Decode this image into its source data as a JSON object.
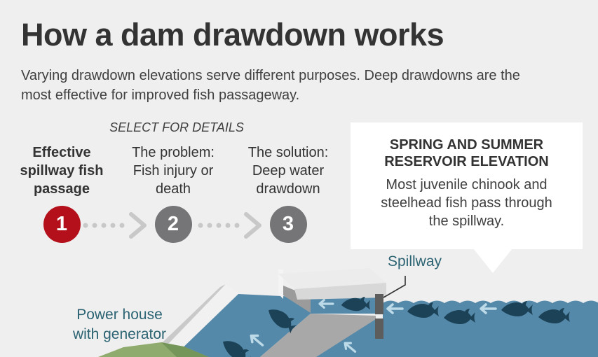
{
  "colors": {
    "bg": "#f0efef",
    "text": "#333333",
    "subtext": "#404040",
    "teal": "#2b6373",
    "dots": "#c8c8c8",
    "calloutbg": "#ffffff",
    "water": "#5589a9",
    "fish": "#1c4257",
    "arrow": "#bddae8",
    "caplight": "#ececec",
    "capmid": "#d8d8d8",
    "capside": "#f4f4f4",
    "capshadow": "#9b9b9b",
    "slope": "#a8a8a8",
    "wall": "#f1f1f1",
    "walledge": "#c9c9c9",
    "gate": "#5d5d5d",
    "grass": "#8fab6e",
    "grassdark": "#75965a",
    "linedark": "#333333"
  },
  "header": {
    "title": "How a dam drawdown works",
    "subtitle_line1": "Varying drawdown elevations serve different purposes. Deep drawdowns are the",
    "subtitle_line2": "most effective for improved fish passageway."
  },
  "steps": {
    "select_label": "SELECT FOR DETAILS",
    "items": [
      {
        "label": "Effective\nspillway fish\npassage",
        "number": "1",
        "circle_color": "#b3101b",
        "bold": true
      },
      {
        "label": "The problem:\nFish injury or\ndeath",
        "number": "2",
        "circle_color": "#757578",
        "bold": false
      },
      {
        "label": "The solution:\nDeep water\ndrawdown",
        "number": "3",
        "circle_color": "#757578",
        "bold": false
      }
    ]
  },
  "callout": {
    "title": "SPRING AND SUMMER\nRESERVOIR ELEVATION",
    "body": "Most juvenile chinook and\nsteelhead fish pass through\nthe spillway."
  },
  "diagram": {
    "spillway_label": "Spillway",
    "power_house_label": "Power house\nwith generator"
  }
}
